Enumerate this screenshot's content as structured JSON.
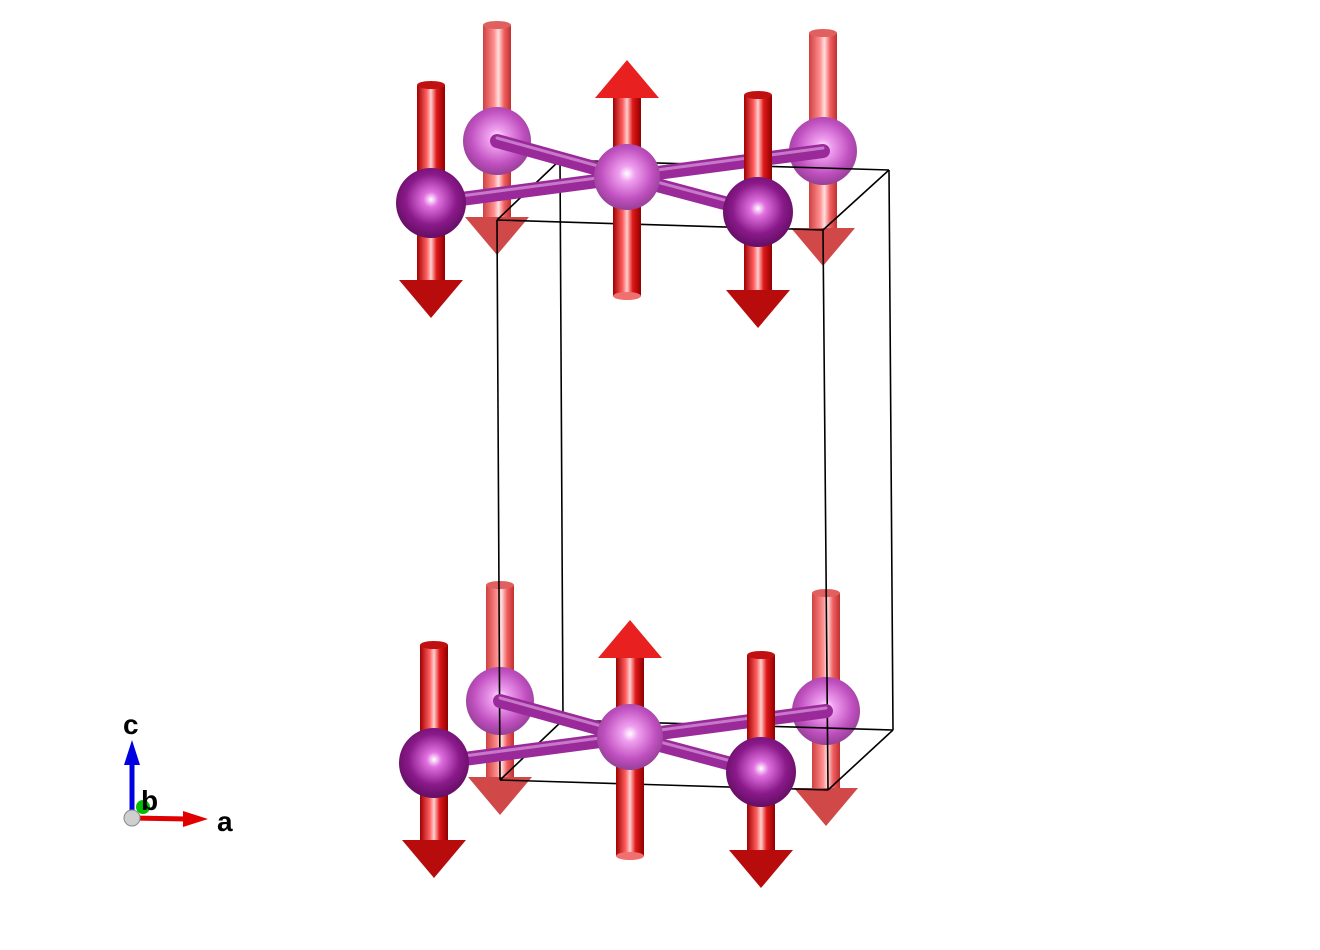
{
  "axes": {
    "a_label": "a",
    "b_label": "b",
    "c_label": "c"
  },
  "colors": {
    "background": "#ffffff",
    "atom_front": "#8b1a8b",
    "atom_back": "#c050c0",
    "spin_front": "#e01818",
    "spin_back": "#f06060",
    "bond": "#9a2a9a",
    "cell_edge": "#000000",
    "axis_a": "#e00000",
    "axis_b": "#00c000",
    "axis_c": "#0000e0"
  },
  "structure": {
    "layers": 2,
    "atoms_per_layer": 5,
    "spin_pattern": [
      "down",
      "down",
      "up",
      "down",
      "down"
    ]
  }
}
